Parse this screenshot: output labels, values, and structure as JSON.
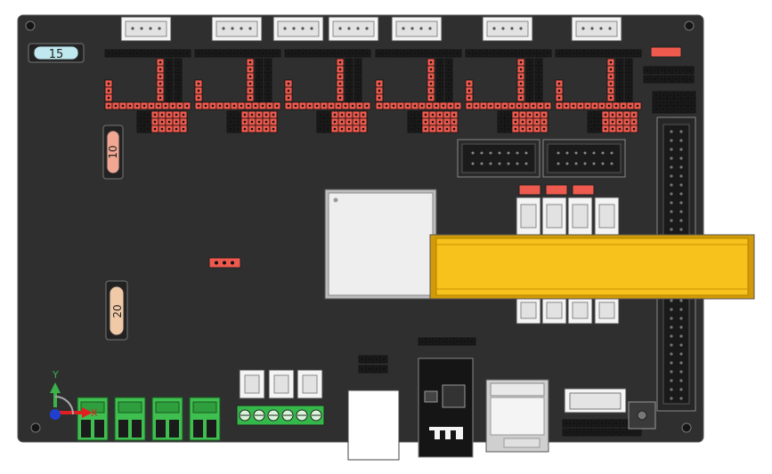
{
  "view": {
    "title": "",
    "axis_labels": {
      "y": "Y",
      "x": "X"
    }
  },
  "board": {
    "color": "#2e2e2e",
    "crystals": [
      {
        "id": "crystal-top-left",
        "label": "15"
      },
      {
        "id": "crystal-left-mid",
        "label": "10"
      },
      {
        "id": "crystal-left-low",
        "label": "20"
      }
    ]
  },
  "colors": {
    "board": "#2e2e2e",
    "pin_red": "#ef5a4e",
    "pin_black": "#1a1a1a",
    "connector_white": "#f2f2f2",
    "terminal_green": "#3fbf4f",
    "ribbon_yellow": "#f7c21c",
    "chip_white": "#eeeeee"
  }
}
